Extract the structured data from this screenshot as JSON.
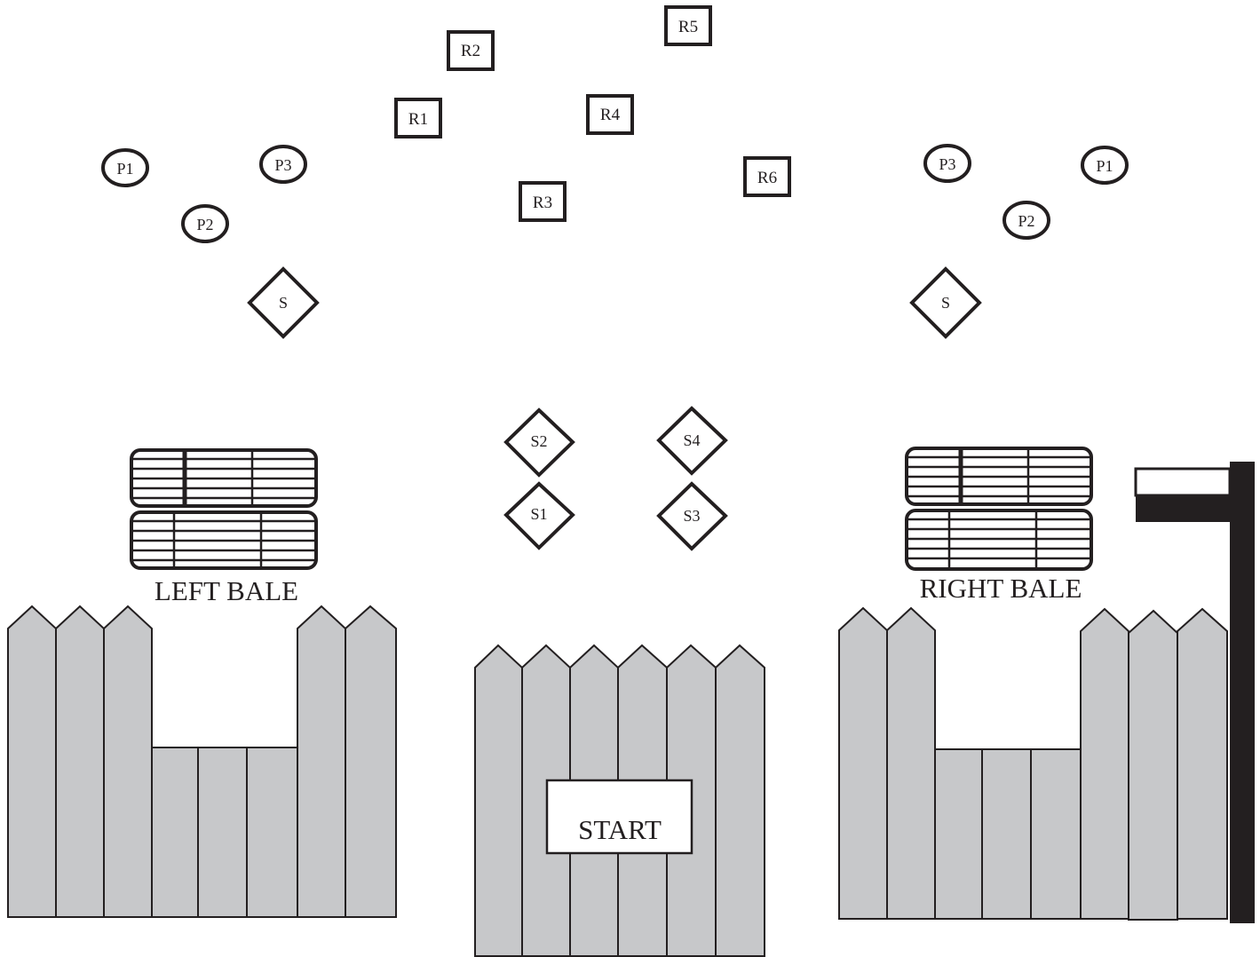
{
  "colors": {
    "ink": "#231f20",
    "fence_fill": "#c7c8ca",
    "background": "#ffffff"
  },
  "props": {
    "left_bale_label": "LEFT BALE",
    "right_bale_label": "RIGHT BALE",
    "start_label": "START"
  },
  "targets": {
    "left": {
      "poppers": [
        "P1",
        "P2",
        "P3"
      ],
      "steel": "S"
    },
    "center": {
      "ipsc_targets": [
        "R1",
        "R2",
        "R3",
        "R4",
        "R5",
        "R6"
      ],
      "steel": [
        "S1",
        "S2",
        "S3",
        "S4"
      ]
    },
    "right": {
      "poppers": [
        "P1",
        "P2",
        "P3"
      ],
      "steel": "S"
    }
  }
}
